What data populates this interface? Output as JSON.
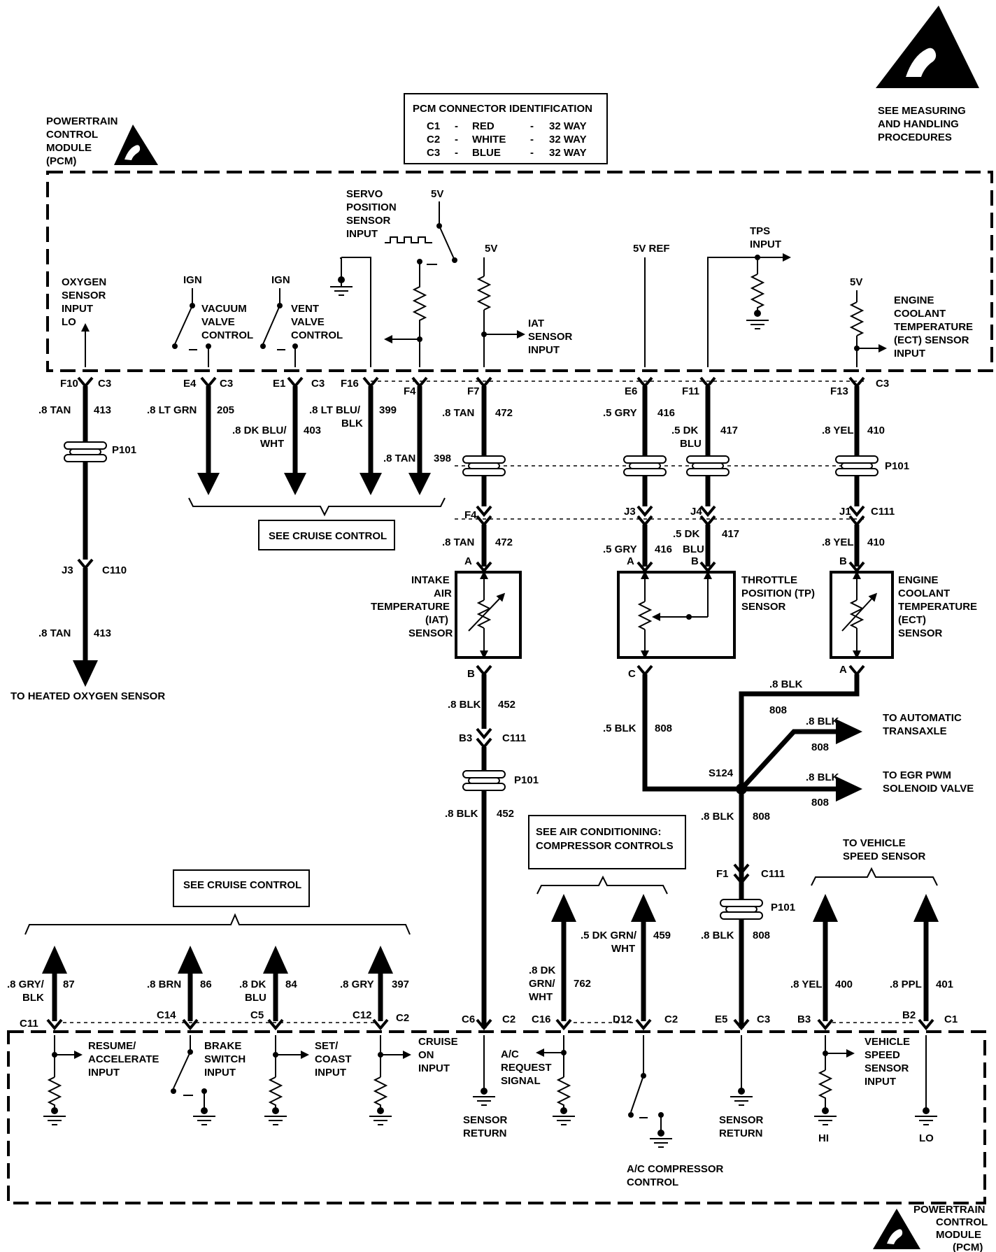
{
  "warning": {
    "top_caption": [
      "SEE MEASURING",
      "AND HANDLING",
      "PROCEDURES"
    ],
    "pcm_top_label": [
      "POWERTRAIN",
      "CONTROL",
      "MODULE",
      "(PCM)"
    ],
    "pcm_bottom_label": [
      "POWERTRAIN",
      "CONTROL",
      "MODULE",
      "(PCM)"
    ]
  },
  "connector_table": {
    "title": "PCM CONNECTOR IDENTIFICATION",
    "rows": [
      {
        "id": "C1",
        "dash1": "-",
        "color": "RED",
        "dash2": "-",
        "ways": "32 WAY"
      },
      {
        "id": "C2",
        "dash1": "-",
        "color": "WHITE",
        "dash2": "-",
        "ways": "32 WAY"
      },
      {
        "id": "C3",
        "dash1": "-",
        "color": "BLUE",
        "dash2": "-",
        "ways": "32 WAY"
      }
    ]
  },
  "pcm_inputs": {
    "oxygen": [
      "OXYGEN",
      "SENSOR",
      "INPUT",
      "LO"
    ],
    "ign1": "IGN",
    "vacuum": [
      "VACUUM",
      "VALVE",
      "CONTROL"
    ],
    "ign2": "IGN",
    "vent": [
      "VENT",
      "VALVE",
      "CONTROL"
    ],
    "servo": [
      "SERVO",
      "POSITION",
      "SENSOR",
      "INPUT"
    ],
    "servo_5v": "5V",
    "iat_5v": "5V",
    "iat_input": [
      "IAT",
      "SENSOR",
      "INPUT"
    ],
    "vref": "5V REF",
    "tps": [
      "TPS",
      "INPUT"
    ],
    "ect_5v": "5V",
    "ect_input": [
      "ENGINE",
      "COOLANT",
      "TEMPERATURE",
      "(ECT) SENSOR",
      "INPUT"
    ]
  },
  "top_wires": {
    "oxy": {
      "pin": "F10",
      "conn": "C3",
      "gauge": ".8 TAN",
      "circuit": "413"
    },
    "vacuum": {
      "pin": "E4",
      "conn": "C3",
      "gauge": ".8 LT GRN",
      "circuit": "205"
    },
    "vent": {
      "pin": "E1",
      "conn": "C3",
      "gauge": [
        ".8 DK BLU/",
        "WHT"
      ],
      "circuit": "403"
    },
    "servo": {
      "pin": "F16",
      "gauge": [
        ".8 LT BLU/",
        "BLK"
      ],
      "circuit": "399"
    },
    "f4": {
      "pin": "F4",
      "gauge": ".8 TAN",
      "circuit": "398"
    },
    "iat": {
      "pin": "F7",
      "gauge": ".8 TAN",
      "circuit": "472"
    },
    "vref": {
      "pin": "E6",
      "gauge": ".5 GRY",
      "circuit": "416"
    },
    "tps": {
      "pin": "F11",
      "gauge": [
        ".5 DK",
        "BLU"
      ],
      "circuit": "417"
    },
    "ect": {
      "pin": "F13",
      "conn": "C3",
      "gauge": ".8 YEL",
      "circuit": "410"
    }
  },
  "p101": "P101",
  "cruise_top": "SEE CRUISE CONTROL",
  "oxy_lower": {
    "pin": "J3",
    "conn": "C110",
    "gauge": ".8 TAN",
    "circuit": "413",
    "dest": "TO HEATED OXYGEN SENSOR"
  },
  "c111_row": {
    "f4": "F4",
    "j3": "J3",
    "j4": "J4",
    "j1": "J1",
    "conn": "C111",
    "iat": {
      "gauge": ".8 TAN",
      "circuit": "472"
    },
    "tp_a": {
      "gauge": ".5 GRY",
      "circuit": "416"
    },
    "tp_b": {
      "gauge": [
        ".5 DK",
        "BLU"
      ],
      "circuit": "417"
    },
    "ect": {
      "gauge": ".8 YEL",
      "circuit": "410"
    }
  },
  "sensors": {
    "iat": {
      "label": [
        "INTAKE",
        "AIR",
        "TEMPERATURE",
        "(IAT)",
        "SENSOR"
      ],
      "pin_top": "A",
      "pin_bot": "B"
    },
    "tp": {
      "label": [
        "THROTTLE",
        "POSITION (TP)",
        "SENSOR"
      ],
      "pin_a": "A",
      "pin_b": "B",
      "pin_c": "C"
    },
    "ect": {
      "label": [
        "ENGINE",
        "COOLANT",
        "TEMPERATURE",
        "(ECT)",
        "SENSOR"
      ],
      "pin_top": "B",
      "pin_bot": "A"
    }
  },
  "ground": {
    "iat_upper": {
      "gauge": ".8 BLK",
      "circuit": "452"
    },
    "b3": "B3",
    "c111": "C111",
    "p101": "P101",
    "iat_lower": {
      "gauge": ".8 BLK",
      "circuit": "452"
    },
    "tp_c": {
      "gauge": ".5 BLK",
      "circuit": "808"
    },
    "ect_a": {
      "gauge": ".8 BLK",
      "circuit": "808"
    },
    "splice": "S124",
    "trans": {
      "gauge": ".8 BLK",
      "circuit": "808",
      "dest": [
        "TO AUTOMATIC",
        "TRANSAXLE"
      ]
    },
    "egr": {
      "gauge": ".8 BLK",
      "circuit": "808",
      "dest": [
        "TO EGR PWM",
        "SOLENOID VALVE"
      ]
    },
    "down1": {
      "gauge": ".8 BLK",
      "circuit": "808"
    },
    "f1": "F1",
    "c111b": "C111",
    "p101b": "P101",
    "down2": {
      "gauge": ".8 BLK",
      "circuit": "808"
    }
  },
  "ac_box": [
    "SEE AIR CONDITIONING:",
    "COMPRESSOR CONTROLS"
  ],
  "vss_title": [
    "TO VEHICLE",
    "SPEED SENSOR"
  ],
  "cruise_bottom": "SEE CRUISE CONTROL",
  "bottom_wires": {
    "resume": {
      "gauge": [
        ".8 GRY/",
        "BLK"
      ],
      "circuit": "87",
      "pin": "C11"
    },
    "brake": {
      "gauge": ".8 BRN",
      "circuit": "86",
      "pin": "C14"
    },
    "set": {
      "gauge": [
        ".8 DK",
        "BLU"
      ],
      "circuit": "84",
      "pin": "C5"
    },
    "on": {
      "gauge": ".8 GRY",
      "circuit": "397",
      "pin": "C12",
      "conn": "C2"
    },
    "sensor_ret": {
      "pin": "C6",
      "conn": "C2"
    },
    "ac_req": {
      "gauge": [
        ".8 DK",
        "GRN/",
        "WHT"
      ],
      "circuit": "762",
      "pin": "C16"
    },
    "ac_comp": {
      "gauge": [
        ".5 DK GRN/",
        "WHT"
      ],
      "circuit": "459",
      "pin": "D12",
      "conn": "C2"
    },
    "e5": {
      "pin": "E5",
      "conn": "C3"
    },
    "vss_hi": {
      "gauge": ".8 YEL",
      "circuit": "400",
      "pin": "B3"
    },
    "vss_lo": {
      "gauge": ".8 PPL",
      "circuit": "401",
      "pin": "B2",
      "conn": "C1"
    }
  },
  "bottom_labels": {
    "resume": [
      "RESUME/",
      "ACCELERATE",
      "INPUT"
    ],
    "brake": [
      "BRAKE",
      "SWITCH",
      "INPUT"
    ],
    "set": [
      "SET/",
      "COAST",
      "INPUT"
    ],
    "cruise_on": [
      "CRUISE",
      "ON",
      "INPUT"
    ],
    "sensor_return1": [
      "SENSOR",
      "RETURN"
    ],
    "ac_request": [
      "A/C",
      "REQUEST",
      "SIGNAL"
    ],
    "ac_compressor": [
      "A/C COMPRESSOR",
      "CONTROL"
    ],
    "sensor_return2": [
      "SENSOR",
      "RETURN"
    ],
    "vss": [
      "VEHICLE",
      "SPEED",
      "SENSOR",
      "INPUT"
    ],
    "hi": "HI",
    "lo": "LO"
  }
}
